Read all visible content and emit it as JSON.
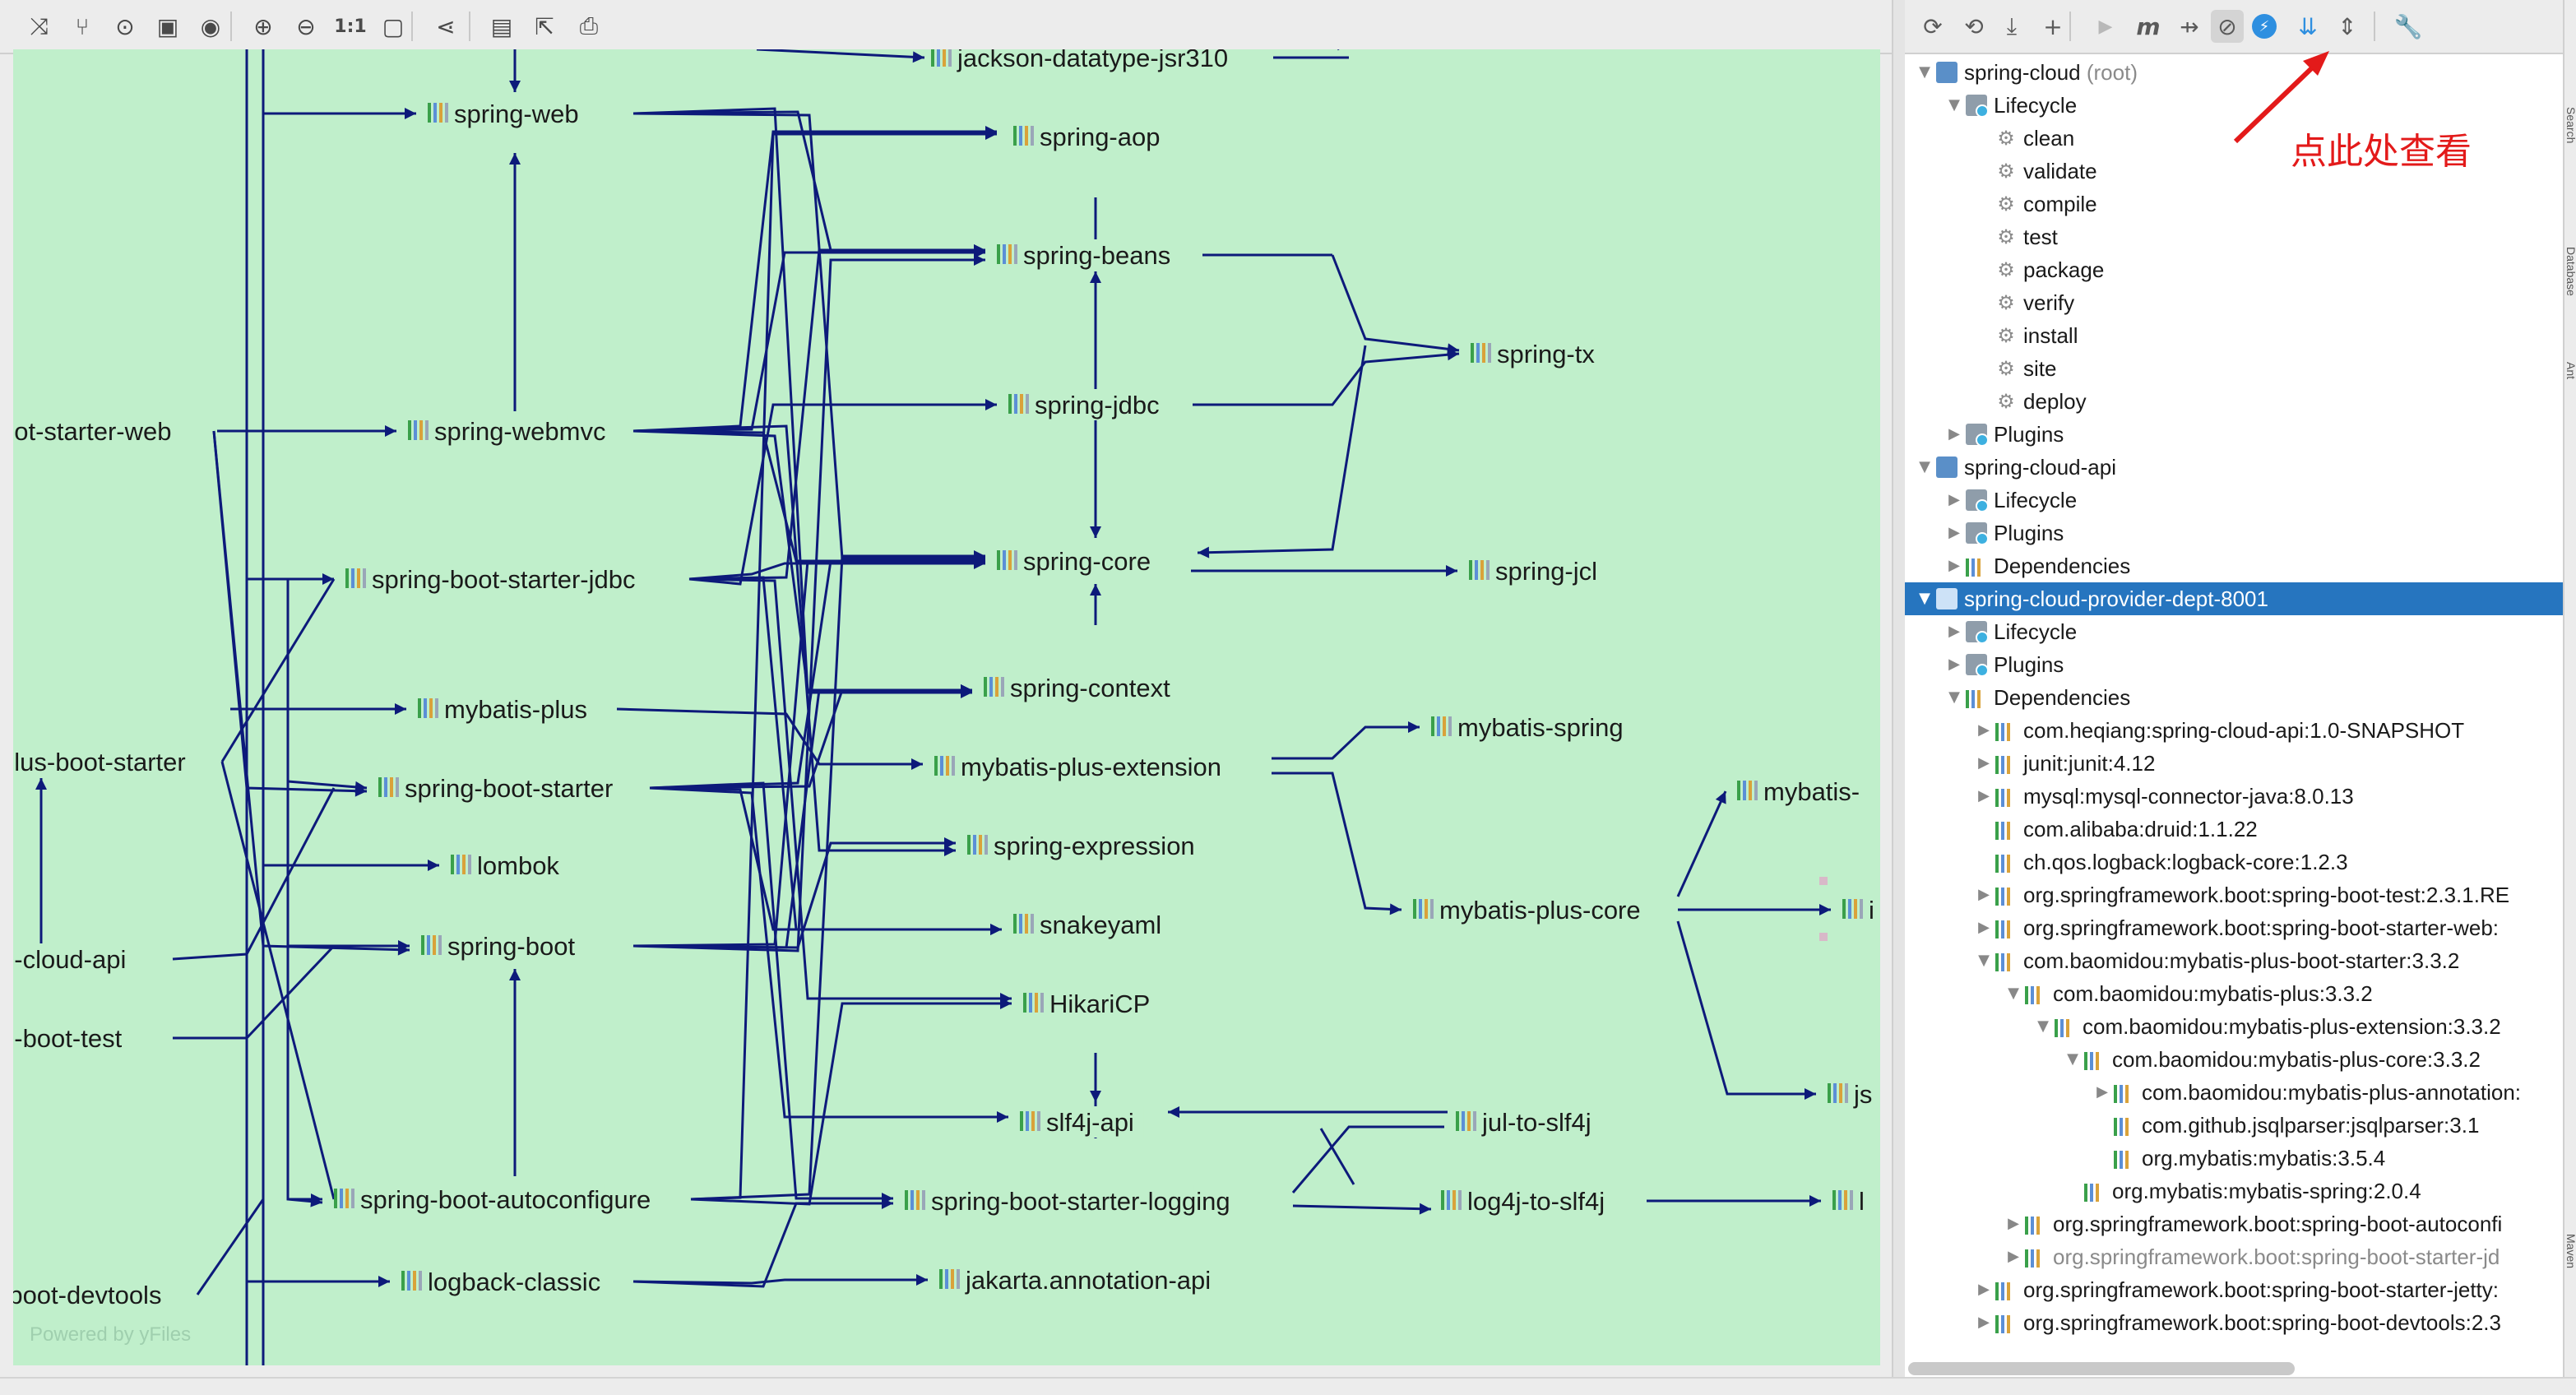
{
  "graph": {
    "watermark": "Powered by yFiles",
    "toolbar_icons": [
      "zoom-fit-icon",
      "layout-icon",
      "zoom-region-icon",
      "actual-size-icon",
      "eye-icon",
      "zoom-in-icon",
      "zoom-out-icon",
      "one-to-one-icon",
      "fit-content-icon",
      "share-icon",
      "save-icon",
      "export-icon",
      "print-icon"
    ],
    "toolbar_one_to_one": "1:1",
    "nodes": [
      {
        "id": "jackson",
        "label": "jackson-datatype-jsr310"
      },
      {
        "id": "spring_web",
        "label": "spring-web"
      },
      {
        "id": "spring_aop",
        "label": "spring-aop"
      },
      {
        "id": "spring_beans",
        "label": "spring-beans"
      },
      {
        "id": "spring_tx",
        "label": "spring-tx"
      },
      {
        "id": "boot_starter_web",
        "label": "oot-starter-web"
      },
      {
        "id": "spring_webmvc",
        "label": "spring-webmvc"
      },
      {
        "id": "spring_jdbc",
        "label": "spring-jdbc"
      },
      {
        "id": "starter_jdbc",
        "label": "spring-boot-starter-jdbc"
      },
      {
        "id": "spring_core",
        "label": "spring-core"
      },
      {
        "id": "spring_jcl",
        "label": "spring-jcl"
      },
      {
        "id": "mybatis_plus",
        "label": "mybatis-plus"
      },
      {
        "id": "spring_context",
        "label": "spring-context"
      },
      {
        "id": "mybatis_spring",
        "label": "mybatis-spring"
      },
      {
        "id": "plus_boot_starter",
        "label": "plus-boot-starter"
      },
      {
        "id": "boot_starter",
        "label": "spring-boot-starter"
      },
      {
        "id": "plus_extension",
        "label": "mybatis-plus-extension"
      },
      {
        "id": "mybatis_cut",
        "label": "mybatis-"
      },
      {
        "id": "spring_expression",
        "label": "spring-expression"
      },
      {
        "id": "lombok",
        "label": "lombok"
      },
      {
        "id": "plus_core",
        "label": "mybatis-plus-core"
      },
      {
        "id": "cut_i",
        "label": "i"
      },
      {
        "id": "cloud_api",
        "label": "g-cloud-api"
      },
      {
        "id": "snakeyaml",
        "label": "snakeyaml"
      },
      {
        "id": "spring_boot",
        "label": "spring-boot"
      },
      {
        "id": "hikari",
        "label": "HikariCP"
      },
      {
        "id": "boot_test",
        "label": "g-boot-test"
      },
      {
        "id": "cut_js",
        "label": "js"
      },
      {
        "id": "slf4j",
        "label": "slf4j-api"
      },
      {
        "id": "jul",
        "label": "jul-to-slf4j"
      },
      {
        "id": "autoconfigure",
        "label": "spring-boot-autoconfigure"
      },
      {
        "id": "starter_logging",
        "label": "spring-boot-starter-logging"
      },
      {
        "id": "log4j",
        "label": "log4j-to-slf4j"
      },
      {
        "id": "cut_l",
        "label": "l"
      },
      {
        "id": "devtools",
        "label": "-boot-devtools"
      },
      {
        "id": "logback",
        "label": "logback-classic"
      },
      {
        "id": "jakarta",
        "label": "jakarta.annotation-api"
      }
    ]
  },
  "maven": {
    "toolbar_icons": [
      "refresh-icon",
      "reimport-folder-icon",
      "download-icon",
      "add-icon",
      "run-icon",
      "m-icon",
      "toggle-offline-icon",
      "skip-tests-icon",
      "execute-icon",
      "show-dependencies-icon",
      "collapse-all-icon",
      "settings-wrench-icon"
    ],
    "toolbar_m": "m",
    "tree": [
      {
        "text": "spring-cloud",
        "suffix": " (root)",
        "icon": "module",
        "arrow": "down",
        "indent": 0
      },
      {
        "text": "Lifecycle",
        "icon": "folder",
        "arrow": "down",
        "indent": 1
      },
      {
        "text": "clean",
        "icon": "gear",
        "indent": 2
      },
      {
        "text": "validate",
        "icon": "gear",
        "indent": 2
      },
      {
        "text": "compile",
        "icon": "gear",
        "indent": 2
      },
      {
        "text": "test",
        "icon": "gear",
        "indent": 2
      },
      {
        "text": "package",
        "icon": "gear",
        "indent": 2
      },
      {
        "text": "verify",
        "icon": "gear",
        "indent": 2
      },
      {
        "text": "install",
        "icon": "gear",
        "indent": 2
      },
      {
        "text": "site",
        "icon": "gear",
        "indent": 2
      },
      {
        "text": "deploy",
        "icon": "gear",
        "indent": 2
      },
      {
        "text": "Plugins",
        "icon": "folder",
        "arrow": "right",
        "indent": 1
      },
      {
        "text": "spring-cloud-api",
        "icon": "module",
        "arrow": "down",
        "indent": 0
      },
      {
        "text": "Lifecycle",
        "icon": "folder",
        "arrow": "right",
        "indent": 1
      },
      {
        "text": "Plugins",
        "icon": "folder",
        "arrow": "right",
        "indent": 1
      },
      {
        "text": "Dependencies",
        "icon": "deps",
        "arrow": "right",
        "indent": 1
      },
      {
        "text": "spring-cloud-provider-dept-8001",
        "icon": "module",
        "arrow": "down",
        "indent": 0,
        "selected": true
      },
      {
        "text": "Lifecycle",
        "icon": "folder",
        "arrow": "right",
        "indent": 1
      },
      {
        "text": "Plugins",
        "icon": "folder",
        "arrow": "right",
        "indent": 1
      },
      {
        "text": "Dependencies",
        "icon": "deps",
        "arrow": "down",
        "indent": 1
      },
      {
        "text": "com.heqiang:spring-cloud-api:1.0-SNAPSHOT",
        "icon": "deps",
        "arrow": "right",
        "indent": 2
      },
      {
        "text": "junit:junit:4.12",
        "icon": "deps",
        "arrow": "right",
        "indent": 2
      },
      {
        "text": "mysql:mysql-connector-java:8.0.13",
        "icon": "deps",
        "arrow": "right",
        "indent": 2
      },
      {
        "text": "com.alibaba:druid:1.1.22",
        "icon": "deps",
        "indent": 2
      },
      {
        "text": "ch.qos.logback:logback-core:1.2.3",
        "icon": "deps",
        "indent": 2
      },
      {
        "text": "org.springframework.boot:spring-boot-test:2.3.1.RE",
        "icon": "deps",
        "arrow": "right",
        "indent": 2
      },
      {
        "text": "org.springframework.boot:spring-boot-starter-web:",
        "icon": "deps",
        "arrow": "right",
        "indent": 2
      },
      {
        "text": "com.baomidou:mybatis-plus-boot-starter:3.3.2",
        "icon": "deps",
        "arrow": "down",
        "indent": 2
      },
      {
        "text": "com.baomidou:mybatis-plus:3.3.2",
        "icon": "deps",
        "arrow": "down",
        "indent": 3
      },
      {
        "text": "com.baomidou:mybatis-plus-extension:3.3.2",
        "icon": "deps",
        "arrow": "down",
        "indent": 4
      },
      {
        "text": "com.baomidou:mybatis-plus-core:3.3.2",
        "icon": "deps",
        "arrow": "down",
        "indent": 5
      },
      {
        "text": "com.baomidou:mybatis-plus-annotation:",
        "icon": "deps",
        "arrow": "right",
        "indent": 6
      },
      {
        "text": "com.github.jsqlparser:jsqlparser:3.1",
        "icon": "deps",
        "indent": 6
      },
      {
        "text": "org.mybatis:mybatis:3.5.4",
        "icon": "deps",
        "indent": 6
      },
      {
        "text": "org.mybatis:mybatis-spring:2.0.4",
        "icon": "deps",
        "indent": 5
      },
      {
        "text": "org.springframework.boot:spring-boot-autoconfi",
        "icon": "deps",
        "arrow": "right",
        "indent": 3
      },
      {
        "text": "org.springframework.boot:spring-boot-starter-jd",
        "icon": "deps",
        "arrow": "right",
        "indent": 3,
        "muted": true
      },
      {
        "text": "org.springframework.boot:spring-boot-starter-jetty:",
        "icon": "deps",
        "arrow": "right",
        "indent": 2
      },
      {
        "text": "org.springframework.boot:spring-boot-devtools:2.3",
        "icon": "deps",
        "arrow": "right",
        "indent": 2
      }
    ]
  },
  "annotation": {
    "text": "点此处查看",
    "color": "#e31a1a"
  },
  "side_strip": [
    "Search",
    "Database",
    "Ant",
    "Maven"
  ],
  "colors": {
    "graph_bg": "#c0efcb",
    "edge": "#0d1a7a",
    "selection": "#2675bf",
    "dep_bars": [
      "#3aa04a",
      "#5b8fd6",
      "#d9a23a"
    ]
  }
}
